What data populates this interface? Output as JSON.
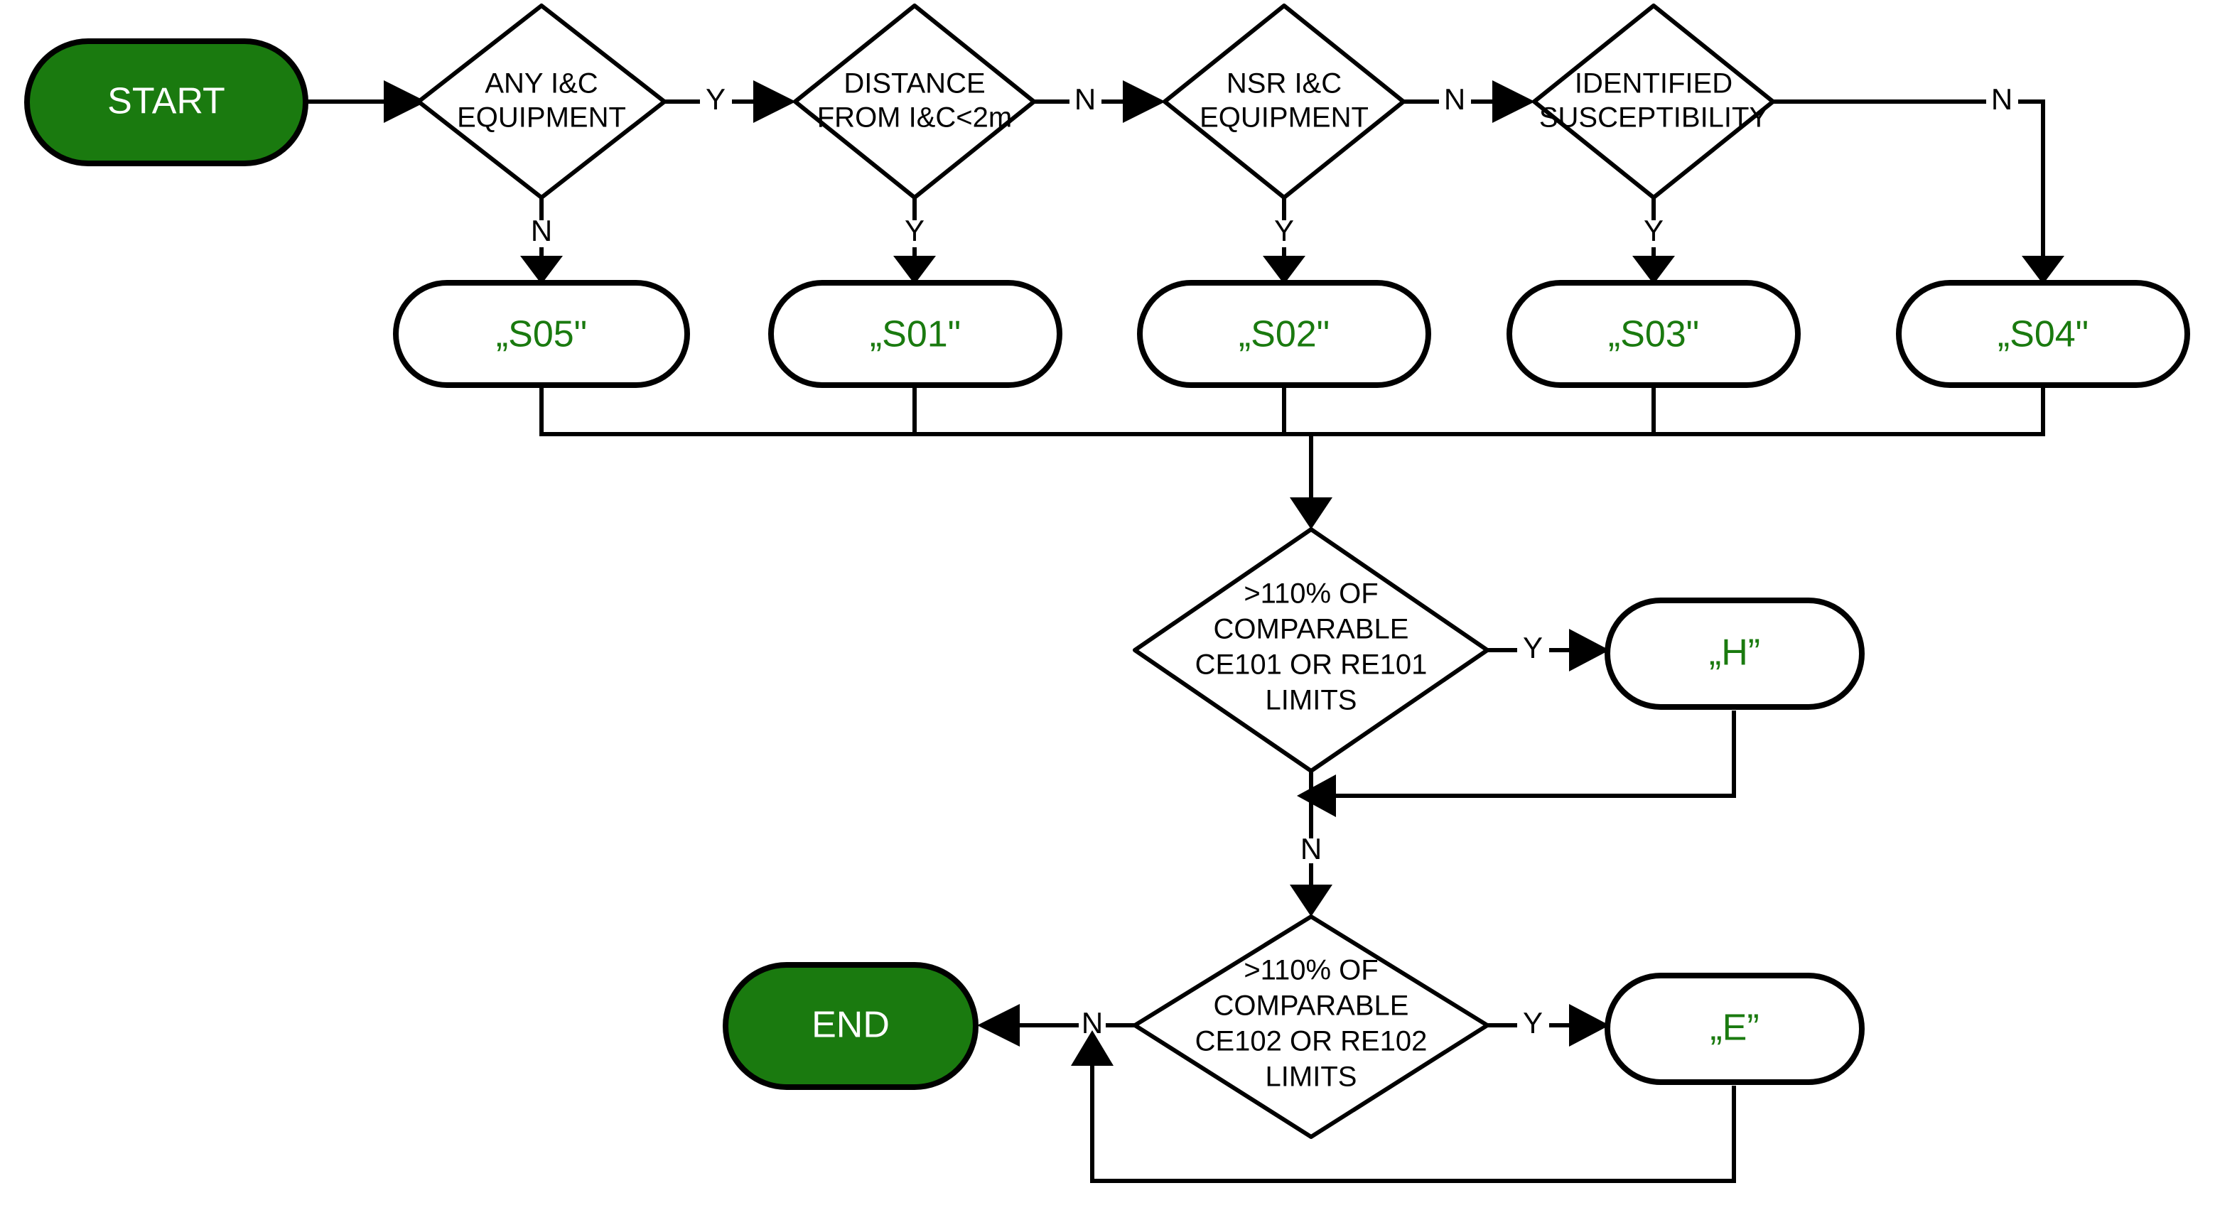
{
  "diagram": {
    "title": "EMC Classification Flowchart",
    "colors": {
      "terminal_fill": "#1a7a0f",
      "terminal_text": "#ffffff",
      "process_text": "#1a7a0f",
      "decision_text": "#000000",
      "line": "#000000",
      "background": "#ffffff"
    },
    "nodes": {
      "start": {
        "label": "START",
        "type": "terminal"
      },
      "end": {
        "label": "END",
        "type": "terminal"
      },
      "d1": {
        "type": "decision",
        "line1": "ANY I&C",
        "line2": "EQUIPMENT"
      },
      "d2": {
        "type": "decision",
        "line1": "DISTANCE",
        "line2": "FROM I&C<2m"
      },
      "d3": {
        "type": "decision",
        "line1": "NSR I&C",
        "line2": "EQUIPMENT"
      },
      "d4": {
        "type": "decision",
        "line1": "IDENTIFIED",
        "line2": "SUSCEPTIBILITY"
      },
      "d5": {
        "type": "decision",
        "line1": ">110% OF",
        "line2": "COMPARABLE",
        "line3": "CE101 OR RE101",
        "line4": "LIMITS"
      },
      "d6": {
        "type": "decision",
        "line1": ">110% OF",
        "line2": "COMPARABLE",
        "line3": "CE102 OR RE102",
        "line4": "LIMITS"
      },
      "s05": {
        "label": "„S05\"",
        "type": "process"
      },
      "s01": {
        "label": "„S01\"",
        "type": "process"
      },
      "s02": {
        "label": "„S02\"",
        "type": "process"
      },
      "s03": {
        "label": "„S03\"",
        "type": "process"
      },
      "s04": {
        "label": "„S04\"",
        "type": "process"
      },
      "h": {
        "label": "„H”",
        "type": "process"
      },
      "e": {
        "label": "„E”",
        "type": "process"
      }
    },
    "edge_labels": {
      "d1_yes": "Y",
      "d1_no": "N",
      "d2_no": "N",
      "d2_yes": "Y",
      "d3_no": "N",
      "d3_yes": "Y",
      "d4_no": "N",
      "d4_yes": "Y",
      "d5_yes": "Y",
      "d5_no": "N",
      "d6_yes": "Y",
      "d6_no": "N"
    }
  }
}
